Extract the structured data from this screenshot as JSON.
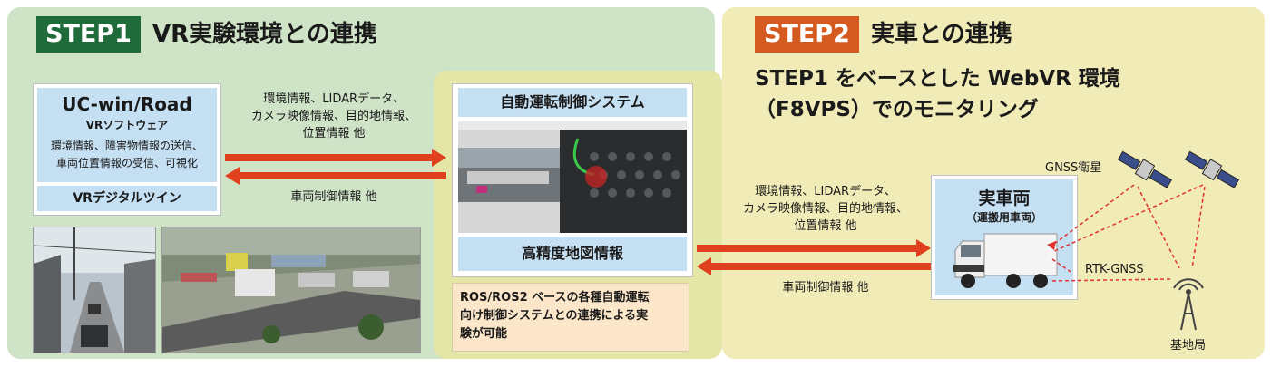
{
  "step1": {
    "badge": "STEP1",
    "title": "VR実験環境との連携",
    "badge_color": "#1f6b3a"
  },
  "step2": {
    "badge": "STEP2",
    "title": "実車との連携",
    "badge_color": "#d55a1f",
    "headline": [
      "STEP1 をベースとした WebVR 環境",
      "（F8VPS）でのモニタリング"
    ]
  },
  "ucwin": {
    "title": "UC-win/Road",
    "subtitle": "VRソフトウェア",
    "desc": [
      "環境情報、障害物情報の送信、",
      "車両位置情報の受信、可視化"
    ],
    "digital_twin": "VRデジタルツイン"
  },
  "autodrive": {
    "title": "自動運転制御システム",
    "map": "高精度地図情報",
    "ros": [
      "ROS/ROS2 ベースの各種自動運転",
      "向け制御システムとの連携による実",
      "験が可能"
    ]
  },
  "arrows_step1": {
    "forward": [
      "環境情報、LIDARデータ、",
      "カメラ映像情報、目的地情報、",
      "位置情報 他"
    ],
    "back": "車両制御情報 他"
  },
  "arrows_step2": {
    "forward": [
      "環境情報、LIDARデータ、",
      "カメラ映像情報、目的地情報、",
      "位置情報 他"
    ],
    "back": "車両制御情報 他"
  },
  "vehicle": {
    "title": "実車両",
    "subtitle": "（運搬用車両）"
  },
  "gnss": {
    "satellite": "GNSS衛星",
    "rtk": "RTK-GNSS",
    "station": "基地局"
  },
  "colors": {
    "arrow": "#e0401e",
    "dashed": "#e03030",
    "box_blue": "#c6e0f3"
  }
}
